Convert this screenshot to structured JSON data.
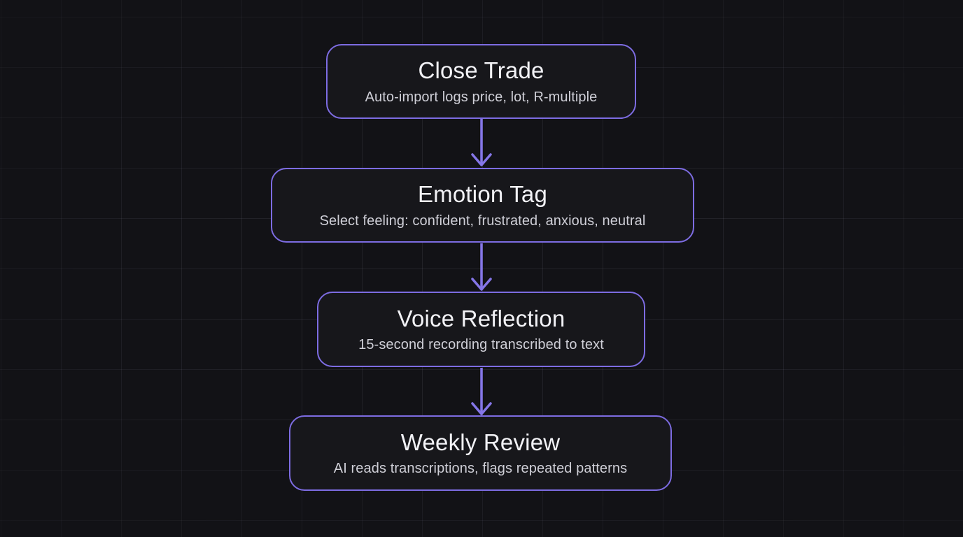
{
  "flowchart": {
    "nodes": [
      {
        "id": "close-trade",
        "title": "Close Trade",
        "subtitle": "Auto-import logs price, lot, R-multiple"
      },
      {
        "id": "emotion-tag",
        "title": "Emotion Tag",
        "subtitle": "Select feeling: confident, frustrated, anxious, neutral"
      },
      {
        "id": "voice-reflection",
        "title": "Voice Reflection",
        "subtitle": "15-second recording transcribed to text"
      },
      {
        "id": "weekly-review",
        "title": "Weekly Review",
        "subtitle": "AI reads transcriptions, flags repeated patterns"
      }
    ],
    "connectors": [
      {
        "from": "close-trade",
        "to": "emotion-tag",
        "direction": "down"
      },
      {
        "from": "emotion-tag",
        "to": "voice-reflection",
        "direction": "down"
      },
      {
        "from": "voice-reflection",
        "to": "weekly-review",
        "direction": "down"
      }
    ],
    "colors": {
      "background": "#121216",
      "node_fill": "#17171b",
      "node_border": "#7d6ce2",
      "arrow": "#8576e8",
      "title_text": "#f2f2f6",
      "subtitle_text": "#cfcfd7",
      "grid_line": "rgba(178,178,202,0.10)"
    }
  }
}
